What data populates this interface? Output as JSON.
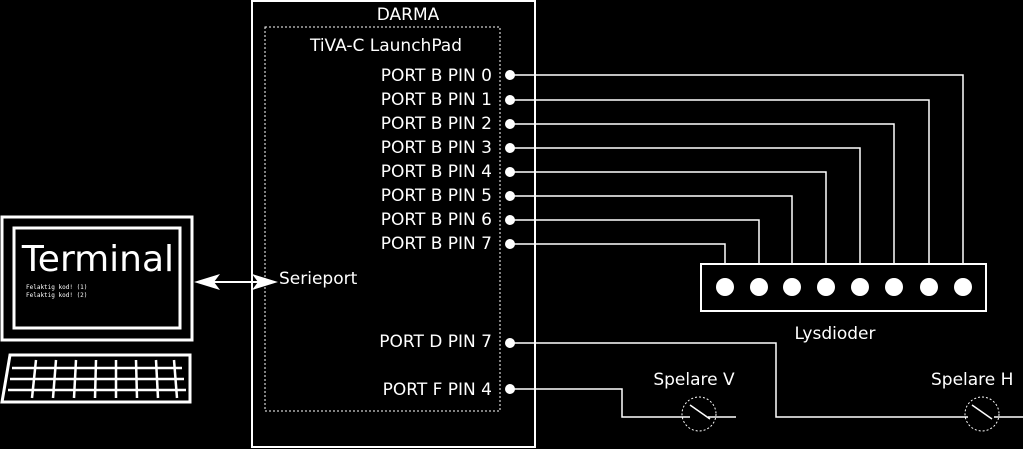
{
  "board": {
    "title": "DARMA",
    "subtitle": "TiVA-C LaunchPad"
  },
  "pins_b": [
    "PORT B PIN 0",
    "PORT B PIN 1",
    "PORT B PIN 2",
    "PORT B PIN 3",
    "PORT B PIN 4",
    "PORT B PIN 5",
    "PORT B PIN 6",
    "PORT B PIN 7"
  ],
  "pin_d": "PORT D PIN 7",
  "pin_f": "PORT F PIN 4",
  "serial_label": "Serieport",
  "terminal": {
    "title": "Terminal",
    "lines": [
      "Felaktig kod! (1)",
      "Felaktig kod! (2)"
    ]
  },
  "leds_label": "Lysdioder",
  "player_v": "Spelare V",
  "player_h": "Spelare H",
  "colors": {
    "background": "#000000",
    "foreground": "#ffffff"
  }
}
